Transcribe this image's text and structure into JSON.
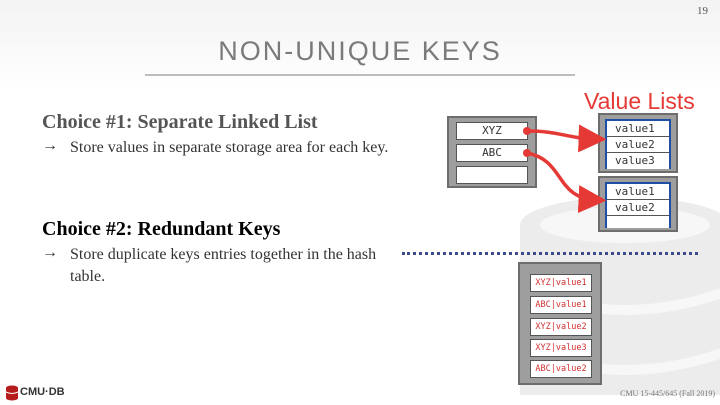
{
  "slide": {
    "page_number": "19",
    "title": "NON-UNIQUE KEYS"
  },
  "choices": [
    {
      "heading": "Choice #1: Separate Linked List",
      "heading_color": "#555555",
      "bullet_arrow": "→",
      "bullet_text": "Store values in separate storage area for each key."
    },
    {
      "heading": "Choice #2: Redundant Keys",
      "heading_color": "#000000",
      "bullet_arrow": "→",
      "bullet_text": "Store duplicate keys entries together in the hash table."
    }
  ],
  "diagram": {
    "value_lists_label": "Value Lists",
    "hash_keys": [
      "XYZ",
      "ABC",
      ""
    ],
    "value_list_1": [
      "value1",
      "value2",
      "value3"
    ],
    "value_list_2": [
      "value1",
      "value2",
      ""
    ],
    "redundant_entries": [
      "XYZ|value1",
      "ABC|value1",
      "XYZ|value2",
      "XYZ|value3",
      "ABC|value2"
    ],
    "arrow_color": "#e53935",
    "list_border_color": "#1f4fa3",
    "divider_color": "#3f4a8a"
  },
  "footer": {
    "logo_text": "CMU·DB",
    "course": "CMU 15-445/645 (Fall 2019)"
  }
}
